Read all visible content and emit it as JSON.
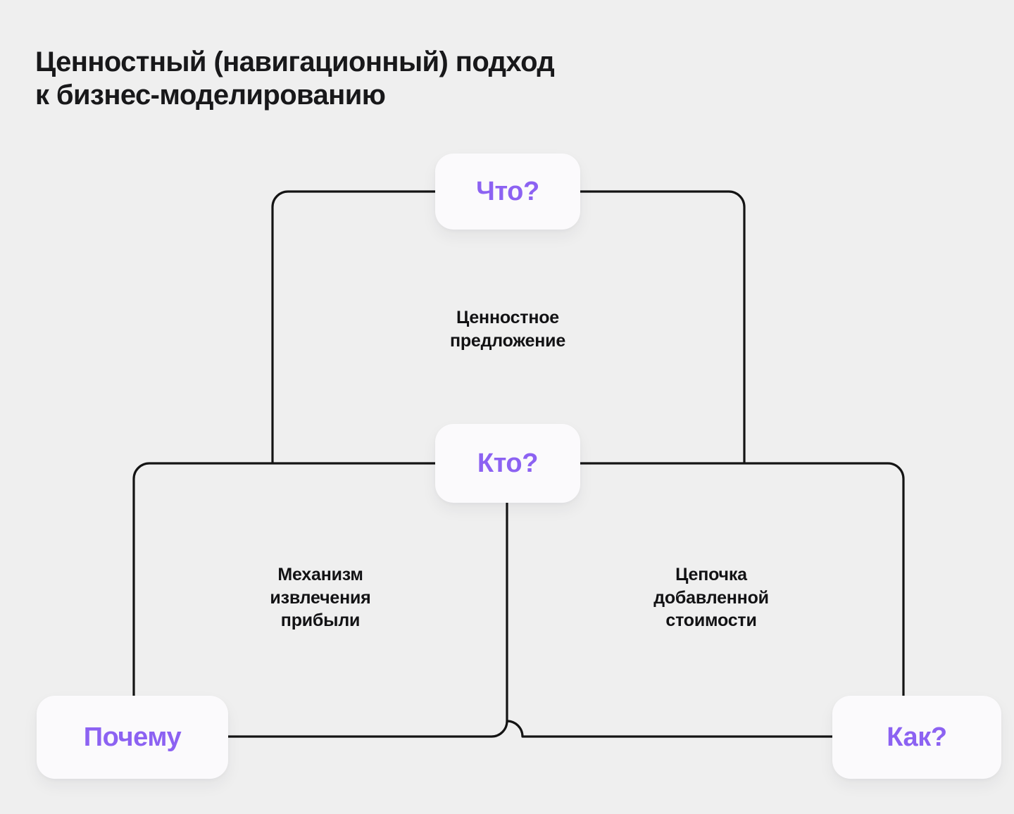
{
  "page": {
    "background_color": "#EFEFEF",
    "accent_color": "#8C62F2",
    "text_color": "#121214",
    "line_color": "#141414",
    "title": "Ценностный (навигационный) подход\nк бизнес-моделированию"
  },
  "diagram": {
    "type": "nested-bracket-framework",
    "questions": [
      {
        "key": "what",
        "label": "Что?",
        "position": "top-center"
      },
      {
        "key": "who",
        "label": "Кто?",
        "position": "middle-center"
      },
      {
        "key": "why",
        "label": "Почему",
        "position": "bottom-left"
      },
      {
        "key": "how",
        "label": "Как?",
        "position": "bottom-right"
      }
    ],
    "components": [
      {
        "key": "value_proposition",
        "label": "Ценностное\nпредложение",
        "position": "upper-center"
      },
      {
        "key": "profit_mechanism",
        "label": "Механизм\nизвлечения\nприбыли",
        "position": "lower-left"
      },
      {
        "key": "value_chain",
        "label": "Цепочка\nдобавленной\nстоимости",
        "position": "lower-right"
      }
    ]
  }
}
